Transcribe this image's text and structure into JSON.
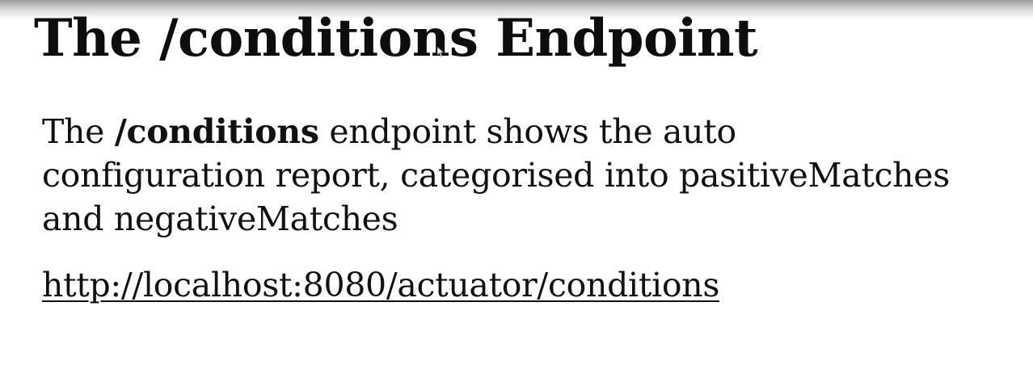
{
  "slide": {
    "title": "The /conditions Endpoint",
    "body": {
      "prefix": "The ",
      "keyword": "/conditions",
      "line1_rest": " endpoint shows the auto",
      "line2": "configuration report, categorised into pasitiveMatches",
      "line3": "and negativeMatches"
    },
    "link": "http://localhost:8080/actuator/conditions"
  }
}
